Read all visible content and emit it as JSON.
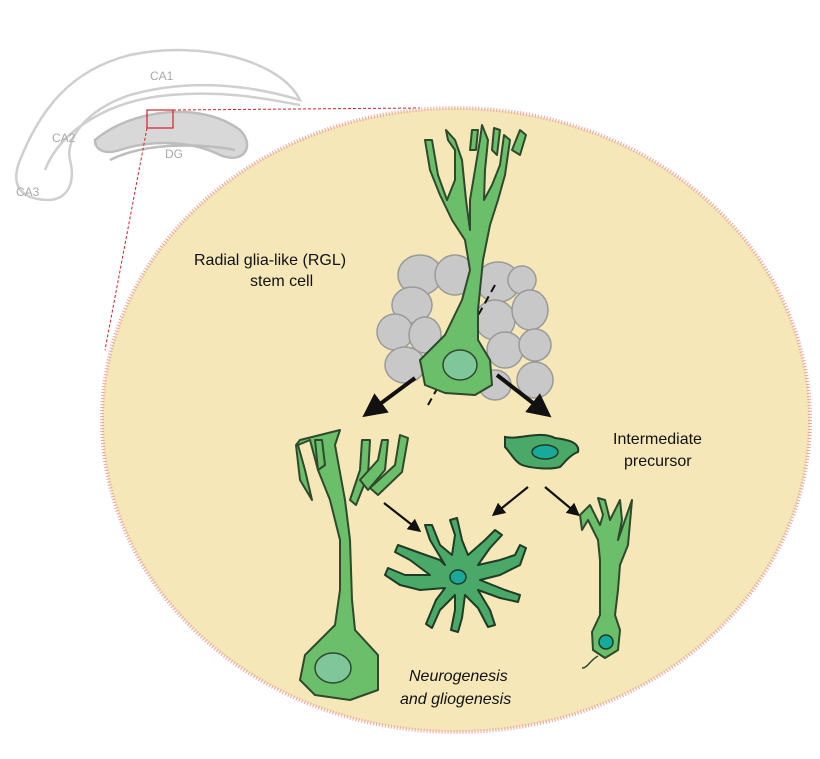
{
  "hippocampus": {
    "labels": {
      "ca1": "CA1",
      "ca2": "CA2",
      "ca3": "CA3",
      "dg": "DG"
    }
  },
  "labels": {
    "rgl_line1": "Radial glia-like (RGL)",
    "rgl_line2": "stem cell",
    "intermediate_line1": "Intermediate",
    "intermediate_line2": "precursor",
    "neuro_line1": "Neurogenesis",
    "neuro_line2": "and gliogenesis"
  },
  "colors": {
    "background_ellipse": "#f5e7b8",
    "ellipse_border": "#e8a0a0",
    "cell_green": "#6cbf6a",
    "cell_stroke": "#2e4a2c",
    "nucleus": "#7fc79a",
    "nucleus_teal": "#19a99b",
    "niche_cells": "#c8c8c8",
    "zoom_box": "#d0232a",
    "hippocampus_outline": "#c9c9c9"
  },
  "icons": [
    "hippocampus-outline",
    "rgl-cell",
    "astrocyte",
    "neuron",
    "arrow"
  ]
}
